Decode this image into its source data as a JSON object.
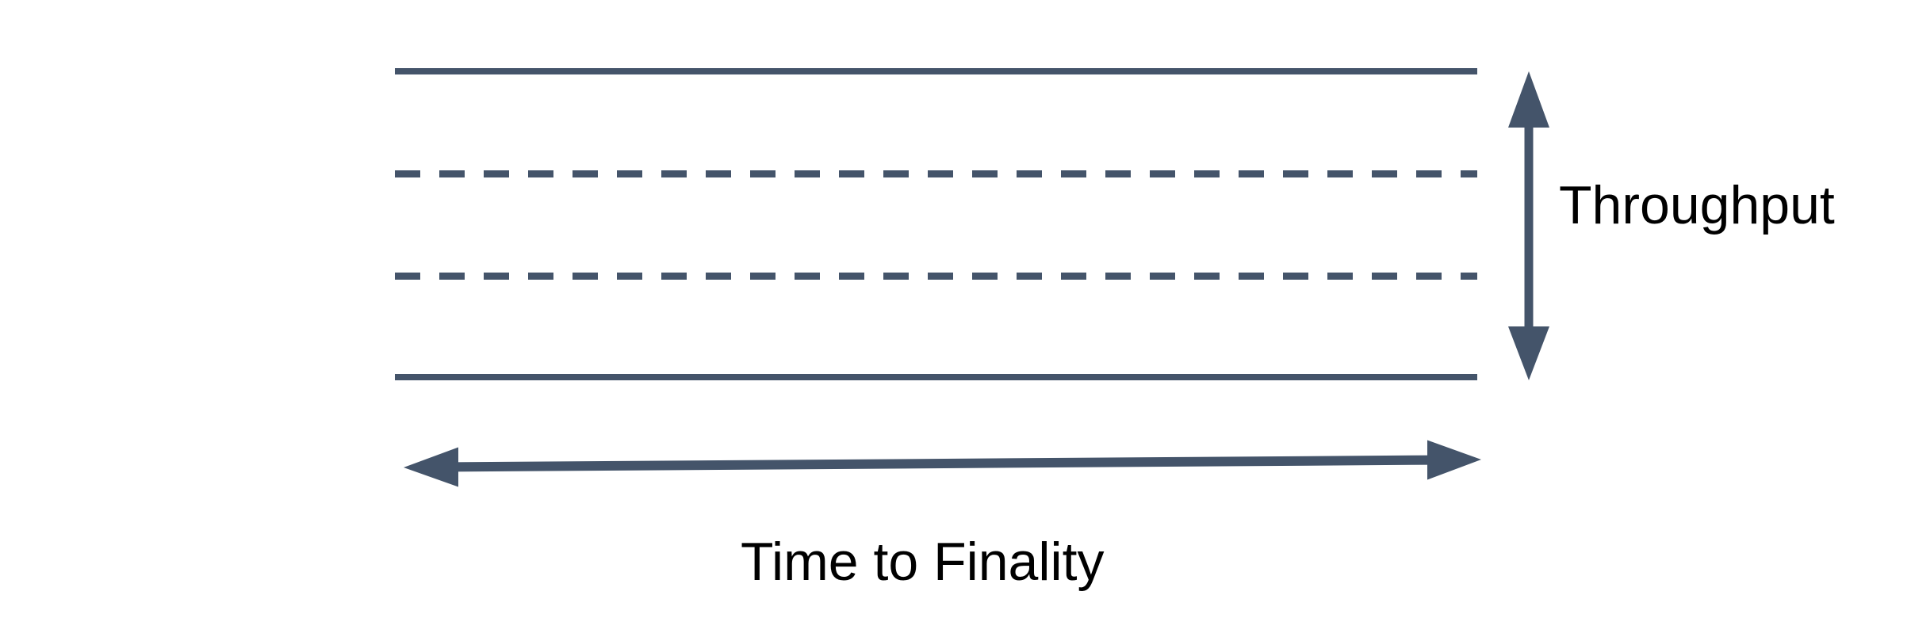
{
  "diagram": {
    "type": "concept-diagram",
    "background_color": "#FFFFFF",
    "line_color": "#44546A",
    "label_color": "#000000",
    "lanes": {
      "boundary_lines": [
        {
          "id": "top-boundary",
          "style": "solid"
        },
        {
          "id": "middle-lane-divider-1",
          "style": "dashed"
        },
        {
          "id": "middle-lane-divider-2",
          "style": "dashed"
        },
        {
          "id": "bottom-boundary",
          "style": "solid"
        }
      ]
    },
    "axes": [
      {
        "id": "throughput",
        "label": "Throughput",
        "orientation": "vertical",
        "arrow_style": "double-headed",
        "icon": "vertical-double-arrow-icon"
      },
      {
        "id": "time-to-finality",
        "label": "Time to Finality",
        "orientation": "horizontal",
        "arrow_style": "double-headed",
        "icon": "horizontal-double-arrow-icon"
      }
    ]
  }
}
